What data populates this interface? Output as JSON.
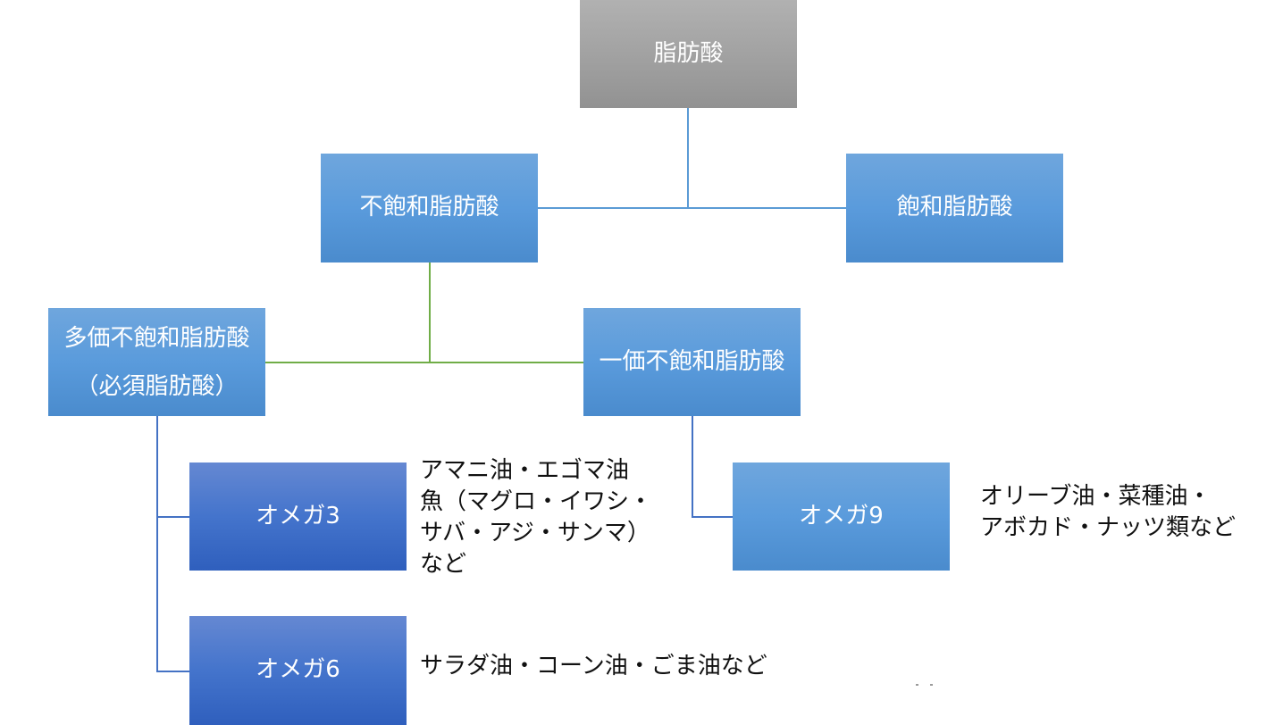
{
  "diagram": {
    "root": {
      "label": "脂肪酸",
      "color": "#a2a2a2"
    },
    "level1": [
      {
        "id": "unsaturated",
        "label": "不飽和脂肪酸"
      },
      {
        "id": "saturated",
        "label": "飽和脂肪酸"
      }
    ],
    "level2": [
      {
        "id": "polyunsaturated",
        "lines": [
          "多価不飽和脂肪酸",
          "（必須脂肪酸）"
        ]
      },
      {
        "id": "monounsaturated",
        "label": "一価不飽和脂肪酸"
      }
    ],
    "level3": [
      {
        "id": "omega3",
        "label": "オメガ3",
        "description": [
          "アマニ油・エゴマ油",
          "魚（マグロ・イワシ・",
          "サバ・アジ・サンマ）",
          "など"
        ]
      },
      {
        "id": "omega6",
        "label": "オメガ6",
        "description": [
          "サラダ油・コーン油・ごま油など"
        ]
      },
      {
        "id": "omega9",
        "label": "オメガ9",
        "description": [
          "オリーブ油・菜種油・",
          "アボカド・ナッツ類など"
        ]
      }
    ],
    "colors": {
      "node_blue": "#5a9bdc",
      "node_dark_blue": "#4474cc",
      "connector_blue": "#5b9bd5",
      "connector_green": "#70ad47",
      "connector_dark": "#4472c4"
    }
  }
}
